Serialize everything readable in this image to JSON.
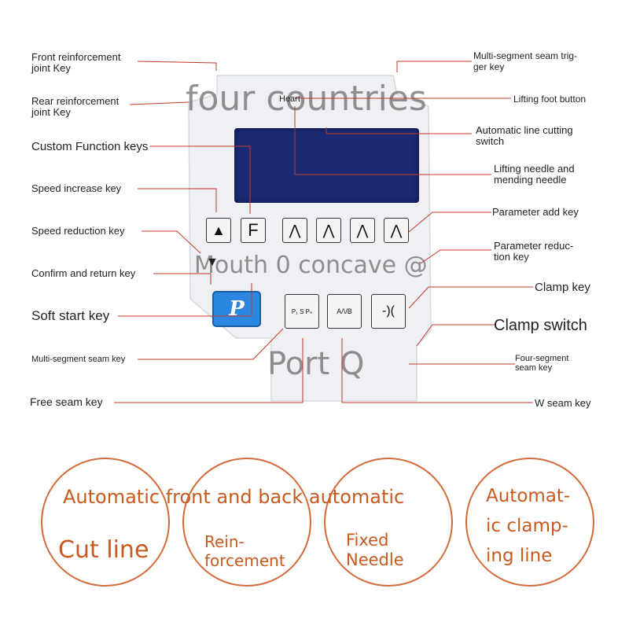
{
  "labels": {
    "front_reinforcement": "Front reinforcement\njoint Key",
    "rear_reinforcement": "Rear reinforcement\njoint Key",
    "custom_function": "Custom Function keys",
    "speed_increase": "Speed increase key",
    "speed_reduction": "Speed reduction key",
    "confirm_return": "Confirm and return key",
    "soft_start": "Soft start key",
    "multi_segment_seam": "Multi-segment seam key",
    "free_seam": "Free seam key",
    "multi_segment_trigger": "Multi-segment seam trig-\nger key",
    "lifting_foot": "Lifting foot button",
    "auto_line_cutting": "Automatic line cutting\nswitch",
    "lifting_needle": "Lifting needle and\nmending needle",
    "parameter_add": "Parameter add key",
    "parameter_reduction": "Parameter reduc-\ntion key",
    "clamp_key": "Clamp key",
    "clamp_switch": "Clamp switch",
    "four_segment": "Four-segment\nseam key",
    "w_seam": "W seam key",
    "heart": "Heart"
  },
  "watermarks": {
    "top": "four countries",
    "middle": "Mouth 0 concave @",
    "bottom": "Port Q"
  },
  "keys": {
    "up": "▲",
    "f": "F",
    "caret": "⋀",
    "down": "▼",
    "p": "P",
    "clamp": "-)(",
    "free_seam_small": "P₁ S Pₙ",
    "w_seam_small": "A/\\/B"
  },
  "circles": {
    "header": "Automatic front and back automatic",
    "c1": "Cut line",
    "c2": "Rein-\nforcement",
    "c3": "Fixed\nNeedle",
    "c4": "Automat-\nic clamp-\ning line"
  },
  "colors": {
    "screen": "#1c2a73",
    "p_button": "#2b86e0",
    "accent": "#d46a3a",
    "circle_text": "#c85a20",
    "leader": "#c0392b"
  }
}
